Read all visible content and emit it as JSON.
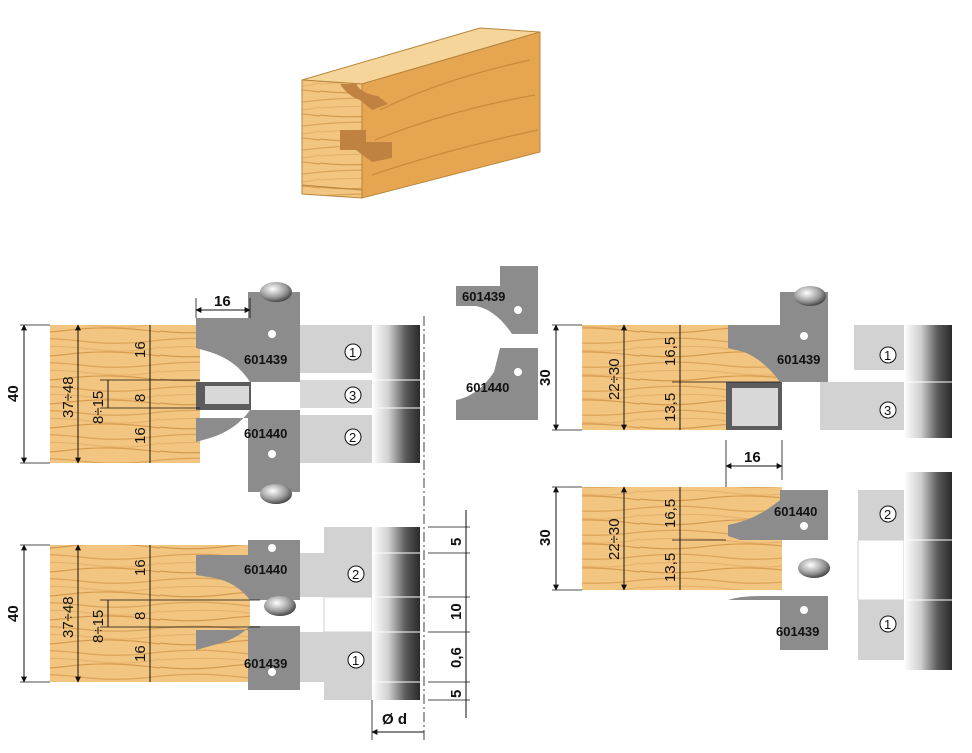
{
  "colors": {
    "wood": "#f2c580",
    "wood_dark": "#d49a4c",
    "knife": "#8c8c8c",
    "knife_dark": "#6e6e6e",
    "body": "#d2d2d2",
    "spindle_dark": "#3a3a3a",
    "line": "#111111"
  },
  "part_numbers": {
    "upper_cutter": "601439",
    "lower_cutter": "601440"
  },
  "profile_knives": {
    "top": "601439",
    "bottom": "601440"
  },
  "cutter_numbers": {
    "one": "1",
    "two": "2",
    "three": "3"
  },
  "dims_left": {
    "total": "40",
    "range": "37÷48",
    "groove_range": "8÷15",
    "top_part": "16",
    "middle": "8",
    "bottom_part": "16",
    "overhang": "16"
  },
  "dims_left_lower": {
    "total": "40",
    "range": "37÷48",
    "groove_range": "8÷15",
    "top_part": "16",
    "middle": "8",
    "bottom_part": "16"
  },
  "dims_right_spacing": {
    "top": "5",
    "mid": "10",
    "gap": "0,6",
    "bottom": "5",
    "bore": "Ø d"
  },
  "dims_right": {
    "total": "30",
    "range": "22÷30",
    "upper": "16,5",
    "lower": "13,5",
    "depth": "16"
  },
  "dims_right_lower": {
    "total": "30",
    "range": "22÷30",
    "upper": "16,5",
    "lower": "13,5"
  }
}
